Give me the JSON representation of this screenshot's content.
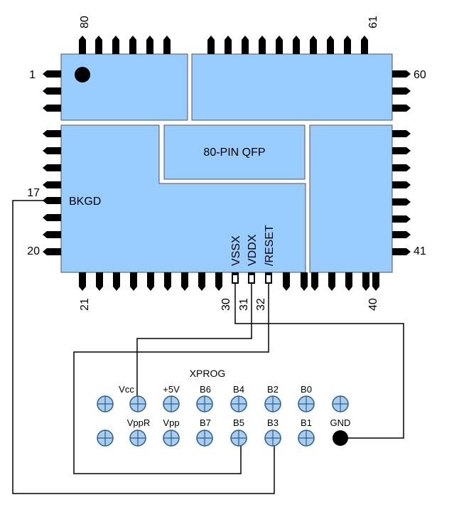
{
  "chip": {
    "title": "80-PIN QFP",
    "signal_bkgd": "BKGD",
    "signal_vssx": "VSSX",
    "signal_vddx": "VDDX",
    "signal_reset": "/RESET",
    "pin_1": "1",
    "pin_17": "17",
    "pin_20": "20",
    "pin_21": "21",
    "pin_30": "30",
    "pin_31": "31",
    "pin_32": "32",
    "pin_40": "40",
    "pin_41": "41",
    "pin_60": "60",
    "pin_61": "61",
    "pin_80": "80"
  },
  "connector": {
    "title": "XPROG",
    "top_labels": [
      "Vcc",
      "+5V",
      "B6",
      "B4",
      "B2",
      "B0"
    ],
    "bottom_labels": [
      "VppR",
      "Vpp",
      "B7",
      "B5",
      "B3",
      "B1",
      "GND"
    ]
  },
  "colors": {
    "chip_fill": "#99ccff",
    "pad_fill": "#a8cdee",
    "pin": "#000000",
    "wire": "#000000"
  }
}
